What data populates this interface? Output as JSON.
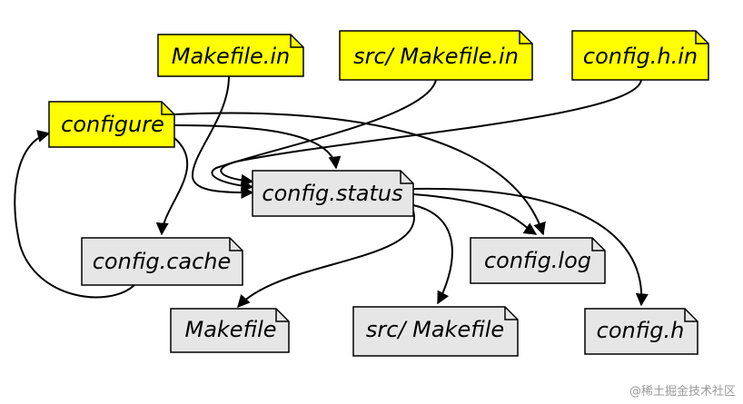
{
  "colors": {
    "input_fill": "#ffff00",
    "generated_fill": "#e6e6e6",
    "stroke": "#000000"
  },
  "files": {
    "makefile_in": "Makefile.in",
    "src_makefile_in": "src/ Makefile.in",
    "config_h_in": "config.h.in",
    "configure": "configure",
    "config_status": "config.status",
    "config_cache": "config.cache",
    "config_log": "config.log",
    "makefile": "Makefile",
    "src_makefile": "src/ Makefile",
    "config_h": "config.h"
  },
  "watermark": "@稀土掘金技术社区"
}
